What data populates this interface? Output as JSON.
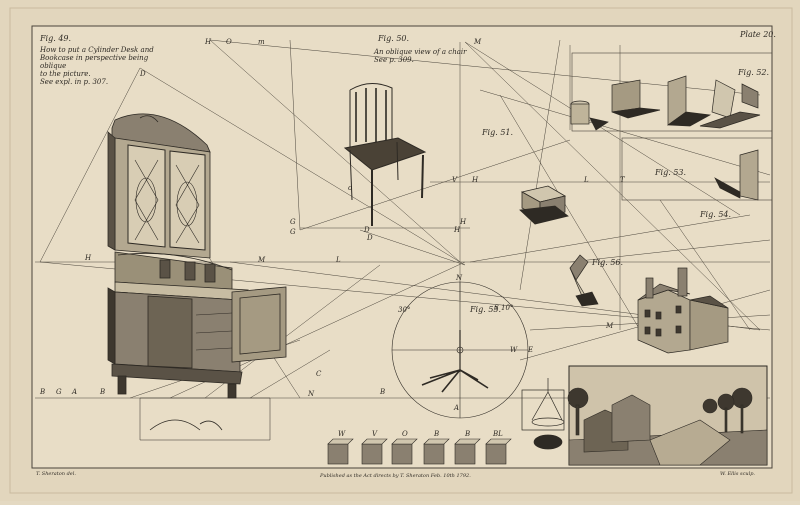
{
  "plate_number": "Plate 20.",
  "figures": {
    "fig49": {
      "label": "Fig. 49.",
      "caption_lines": [
        "How to put a Cylinder Desk and",
        "Bookcase in perspective being oblique",
        "to the picture.",
        "See expl. in p. 307."
      ]
    },
    "fig50": {
      "label": "Fig. 50.",
      "caption_lines": [
        "An oblique view of a chair",
        "See p. 309."
      ]
    },
    "fig51": {
      "label": "Fig. 51."
    },
    "fig52": {
      "label": "Fig. 52."
    },
    "fig53": {
      "label": "Fig. 53."
    },
    "fig54": {
      "label": "Fig. 54."
    },
    "fig55": {
      "label": "Fig. 55."
    },
    "fig56": {
      "label": "Fig. 56."
    }
  },
  "publisher_line": "Published as the Act directs by T. Sheraton Feb. 10th 1792.",
  "engraver_left": "T. Sheraton del.",
  "engraver_right": "W. Ellis sculp.",
  "cube_labels": [
    "W",
    "V",
    "O",
    "B",
    "B",
    "BL"
  ],
  "letters": {
    "top_row": [
      "H",
      "O",
      "m",
      "M"
    ],
    "left": [
      "D",
      "B",
      "H",
      "G",
      "A",
      "B"
    ],
    "mid": [
      "G",
      "H",
      "M",
      "L",
      "B",
      "D",
      "N",
      "A",
      "C"
    ],
    "chair": [
      "G",
      "D",
      "H",
      "o"
    ],
    "circle": [
      "S 10°",
      "30°",
      "W",
      "N",
      "E"
    ],
    "vh": [
      "V",
      "H",
      "M",
      "L",
      "T"
    ]
  },
  "colors": {
    "paper": "#e4d9c2",
    "ink": "#2e2a24",
    "line": "#4a443a",
    "shade": "#5a5246"
  }
}
